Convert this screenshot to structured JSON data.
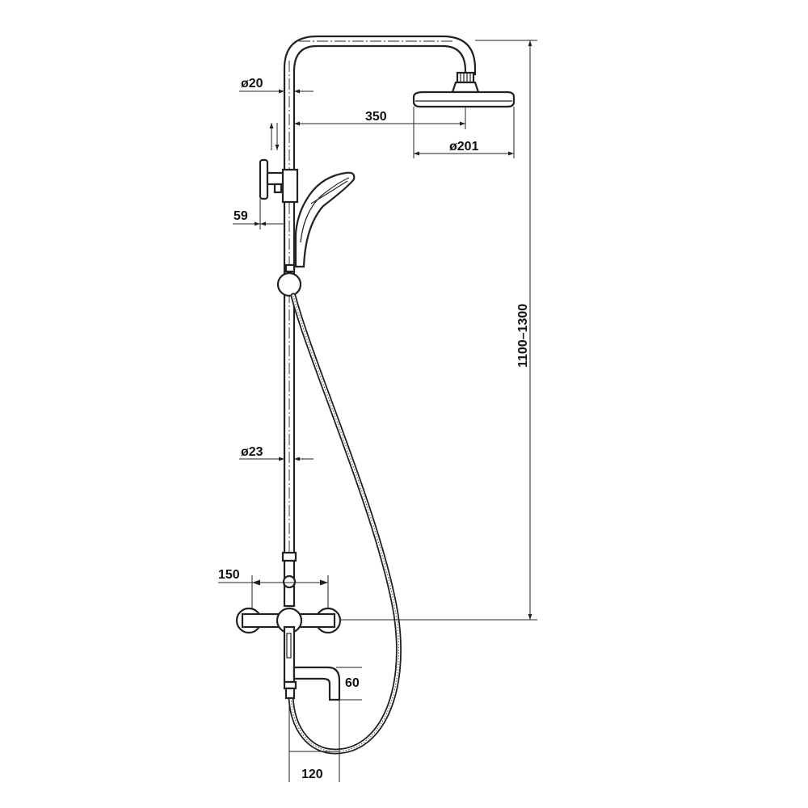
{
  "dimensions": {
    "pipe_top_diameter": "ø20",
    "arm_length": "350",
    "head_diameter": "ø201",
    "holder_offset": "59",
    "height_range": "1100–1300",
    "pipe_diameter": "ø23",
    "mixer_width": "150",
    "spout_height": "60",
    "spout_reach": "120"
  }
}
